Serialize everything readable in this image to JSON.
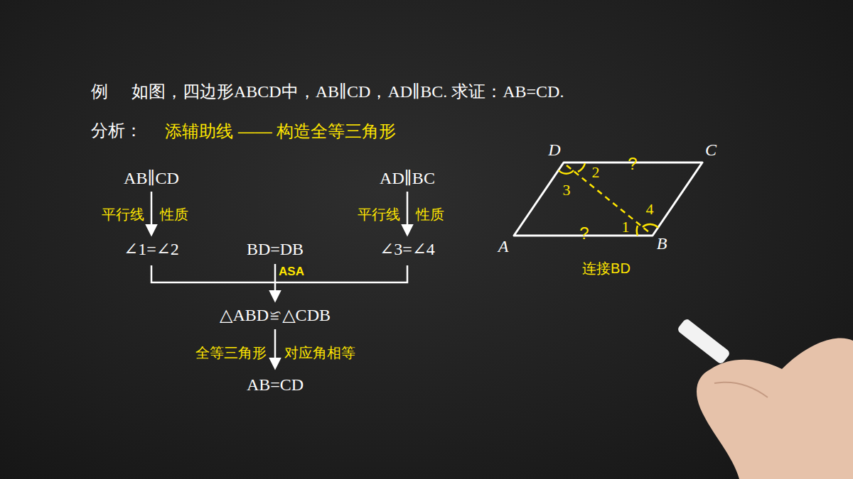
{
  "diagram": {
    "labels": [
      "例",
      "如图，四边形ABCD中，AB∥CD，AD∥BC. 求证：AB=CD.",
      "分析：",
      "添辅助线 —— 构造全等三角形",
      "AB∥CD",
      "AD∥BC",
      "平行线",
      "性质",
      "平行线",
      "性质",
      "∠1=∠2",
      "BD=DB",
      "∠3=∠4",
      "ASA",
      "△ABD≌△CDB",
      "全等三角形",
      "对应角相等",
      "AB=CD",
      "D",
      "C",
      "A",
      "B",
      "2",
      "3",
      "4",
      "1",
      "?",
      "?",
      "连接BD"
    ]
  }
}
